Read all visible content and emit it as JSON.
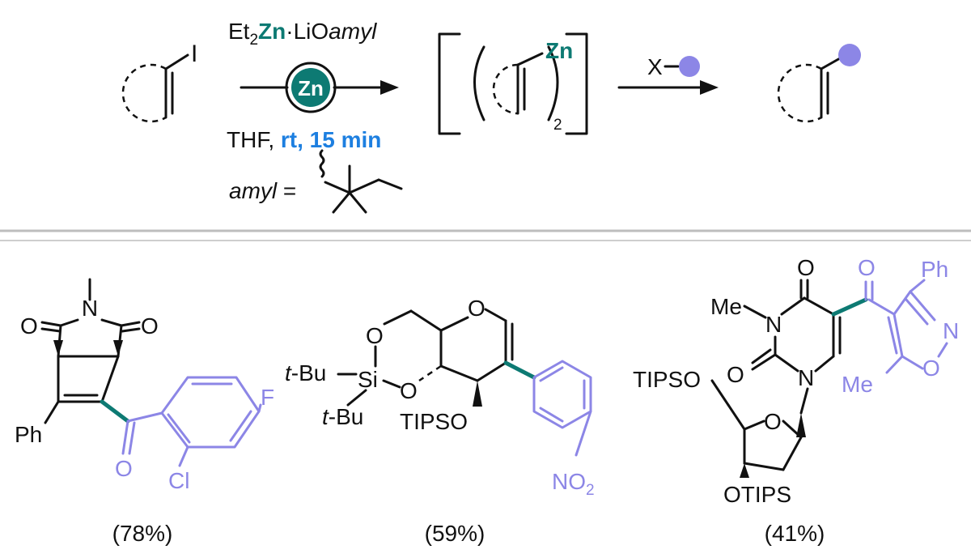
{
  "colors": {
    "teal": "#0d7a73",
    "blue": "#1d7fe0",
    "purple": "#8c86e6",
    "ink": "#111111",
    "rule": "#bdbdbd"
  },
  "scheme": {
    "substrate_iodide": "I",
    "reagent_et": "Et",
    "reagent_sub2": "2",
    "reagent_zn": "Zn",
    "reagent_dot": "·",
    "reagent_li": "LiO",
    "reagent_amyl": "amyl",
    "zn_circle": "Zn",
    "conditions_thf": "THF, ",
    "conditions_time": "rt, 15 min",
    "amyl_label": "amyl",
    "amyl_equals": " =",
    "intermediate_zn": "Zn",
    "intermediate_sub": "2",
    "electrophile_x": "X"
  },
  "products": [
    {
      "yield": "(78%)",
      "labels": {
        "o1": "O",
        "n": "N",
        "o2": "O",
        "ph": "Ph",
        "o3": "O",
        "f": "F",
        "cl": "Cl"
      }
    },
    {
      "yield": "(59%)",
      "labels": {
        "o_top": "O",
        "o_ring": "O",
        "tbu1": "t",
        "tbu1b": "-Bu",
        "si": "Si",
        "o_low": "O",
        "tbu2": "t",
        "tbu2b": "-Bu",
        "tipso": "TIPSO",
        "no": "NO",
        "no_sub": "2"
      }
    },
    {
      "yield": "(41%)",
      "labels": {
        "o_top": "O",
        "me1": "Me",
        "n1": "N",
        "o2": "O",
        "n3": "N",
        "tipso": "TIPSO",
        "o_furan": "O",
        "otips": "OTIPS",
        "o_ketone": "O",
        "ph": "Ph",
        "n_iso": "N",
        "o_iso": "O",
        "me2": "Me"
      }
    }
  ]
}
